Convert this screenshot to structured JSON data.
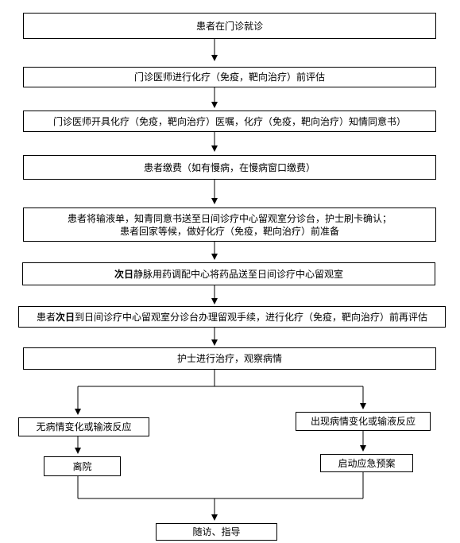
{
  "steps": {
    "s1": "患者在门诊就诊",
    "s2": "门诊医师进行化疗（免疫，靶向治疗）前评估",
    "s3": "门诊医师开具化疗（免疫，靶向治疗）医嘱，化疗（免疫，靶向治疗）知情同意书）",
    "s4": "患者缴费（如有慢病，在慢病窗口缴费）",
    "s5_line1": "患者将输液单，知青同意书送至日间诊疗中心留观室分诊台，护士刷卡确认；",
    "s5_line2": "患者回家等候，做好化疗（免疫，靶向治疗）前准备",
    "s6_bold": "次日",
    "s6_rest": "静脉用药调配中心将药品送至日间诊疗中心留观室",
    "s7_pre": "患者",
    "s7_bold": "次日",
    "s7_rest": "到日间诊疗中心留观室分诊台办理留观手续，进行化疗（免疫，靶向治疗）前再评估",
    "s8": "护士进行治疗，观察病情",
    "left_branch": "无病情变化或输液反应",
    "left_action": "离院",
    "right_branch": "出现病情变化或输液反应",
    "right_action": "启动应急预案",
    "final": "随访、指导"
  }
}
